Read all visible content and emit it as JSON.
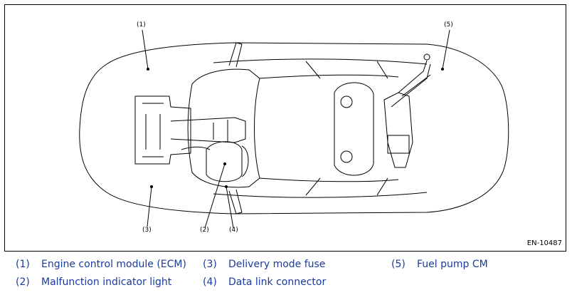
{
  "figure_id": "EN-10487",
  "callouts": [
    "(1)",
    "(2)",
    "(3)",
    "(4)",
    "(5)"
  ],
  "legend": [
    {
      "num": "(1)",
      "label": "Engine control module (ECM)"
    },
    {
      "num": "(2)",
      "label": "Malfunction indicator light"
    },
    {
      "num": "(3)",
      "label": "Delivery mode fuse"
    },
    {
      "num": "(4)",
      "label": "Data link connector"
    },
    {
      "num": "(5)",
      "label": "Fuel pump CM"
    }
  ],
  "colors": {
    "legend_text": "#1a3b9e",
    "line": "#000000"
  }
}
